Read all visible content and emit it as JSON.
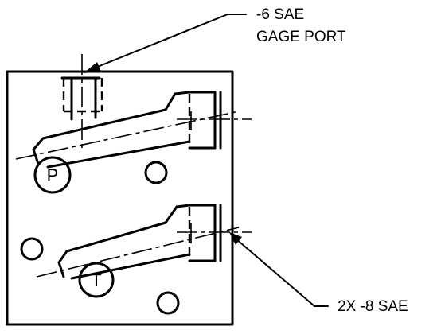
{
  "callouts": {
    "gage_port_line1": "-6 SAE",
    "gage_port_line2": "GAGE PORT",
    "side_ports": "2X -8 SAE"
  },
  "bubbles": {
    "pressure": "P",
    "tank": "T"
  }
}
